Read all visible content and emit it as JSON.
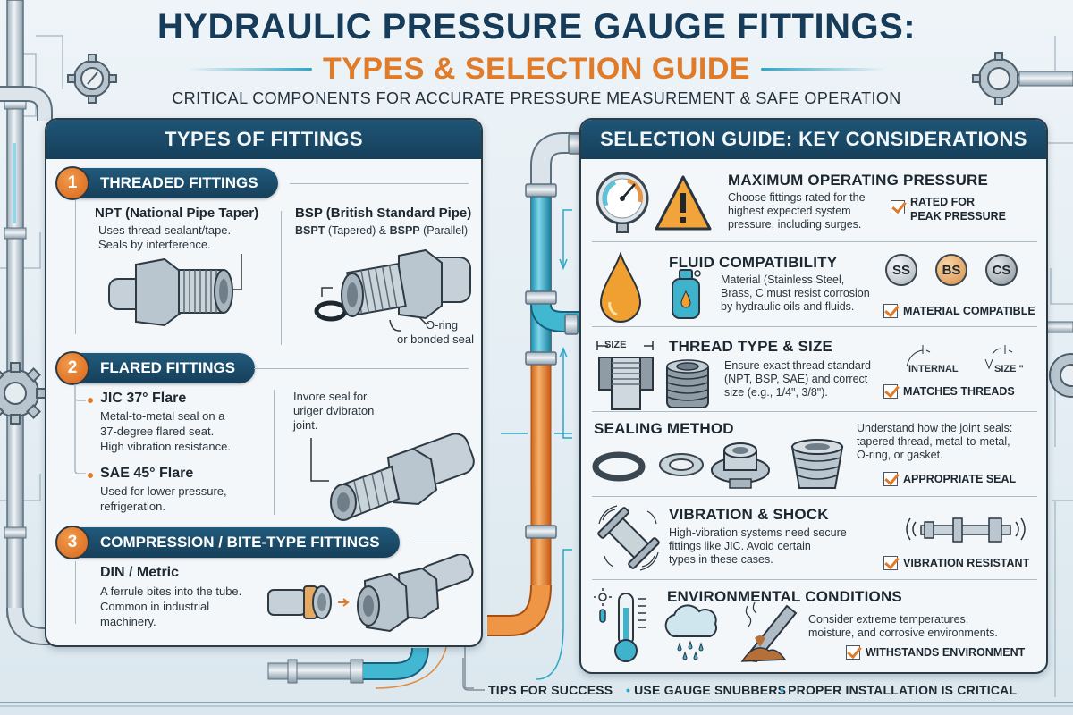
{
  "header": {
    "title_line1": "HYDRAULIC PRESSURE GAUGE FITTINGS:",
    "title_line2": "TYPES & SELECTION GUIDE",
    "subtitle": "CRITICAL COMPONENTS FOR ACCURATE PRESSURE MEASUREMENT & SAFE OPERATION"
  },
  "colors": {
    "navy": "#173c5a",
    "panel_header": "#1a4a6a",
    "accent_orange": "#e07b2a",
    "accent_teal": "#2aa7c7",
    "panel_bg": "#f3f7fa"
  },
  "types_panel": {
    "title": "TYPES OF FITTINGS",
    "sections": [
      {
        "number": "1",
        "title": "THREADED FITTINGS",
        "items": [
          {
            "name": "NPT (National Pipe Taper)",
            "desc_lines": [
              "Uses thread sealant/tape.",
              "Seals by interference."
            ],
            "icon": "npt-fitting-icon"
          },
          {
            "name": "BSP (British Standard Pipe)",
            "sub_bold1": "BSPT",
            "sub_text1": " (Tapered) & ",
            "sub_bold2": "BSPP",
            "sub_text2": " (Parallel)",
            "callout_lines": [
              "O-ring",
              "or bonded seal"
            ],
            "icon": "bsp-fitting-icon"
          }
        ]
      },
      {
        "number": "2",
        "title": "FLARED FITTINGS",
        "items": [
          {
            "name": "JIC 37° Flare",
            "desc_lines": [
              "Metal-to-metal seal on a",
              "37-degree flared seat.",
              "High vibration resistance."
            ]
          },
          {
            "name": "SAE 45° Flare",
            "desc_lines": [
              "Used for lower pressure,",
              "refrigeration."
            ]
          }
        ],
        "callout_lines": [
          "Invore seal for",
          "uriger dvibraton",
          "joint."
        ],
        "icon": "flare-fitting-icon"
      },
      {
        "number": "3",
        "title": "COMPRESSION / BITE-TYPE FITTINGS",
        "items": [
          {
            "name": "DIN / Metric",
            "desc_lines": [
              "A ferrule bites into the tube.",
              "Common in industrial",
              "machinery."
            ]
          }
        ],
        "icon": "compression-fitting-icon"
      }
    ]
  },
  "selection_panel": {
    "title": "SELECTION GUIDE: KEY CONSIDERATIONS",
    "rows": [
      {
        "title": "MAXIMUM OPERATING PRESSURE",
        "desc_lines": [
          "Choose fittings rated for the",
          "highest expected system",
          "pressure, including surges."
        ],
        "check_lines": [
          "RATED FOR",
          "PEAK PRESSURE"
        ],
        "icons": [
          "pressure-gauge-icon",
          "warning-icon"
        ]
      },
      {
        "title": "FLUID COMPATIBILITY",
        "desc_lines": [
          "Material (Stainless Steel,",
          "Brass, C must resist corrosion",
          "by hydraulic oils and fluids."
        ],
        "materials": [
          "SS",
          "BS",
          "CS"
        ],
        "check_lines": [
          "MATERIAL COMPATIBLE"
        ],
        "icons": [
          "oil-drop-icon",
          "fluid-canister-icon"
        ]
      },
      {
        "title": "THREAD TYPE & SIZE",
        "size_label": "SIZE",
        "desc_lines": [
          "Ensure exact thread standard",
          "(NPT, BSP, SAE) and correct",
          "size (e.g., 1/4\", 3/8\")."
        ],
        "annot_internal": "INTERNAL",
        "annot_size": "SIZE \"",
        "check_lines": [
          "MATCHES THREADS"
        ],
        "icons": [
          "thread-section-icon",
          "thread-coil-icon"
        ]
      },
      {
        "title": "SEALING METHOD",
        "desc_lines": [
          "Understand how the joint seals:",
          "tapered thread, metal-to-metal,",
          "O-ring, or gasket."
        ],
        "check_lines": [
          "APPROPRIATE SEAL"
        ],
        "icons": [
          "o-ring-icon",
          "washer-icon",
          "bonded-seal-icon",
          "tapered-thread-icon"
        ]
      },
      {
        "title": "VIBRATION & SHOCK",
        "desc_lines": [
          "High-vibration systems need secure",
          "fittings like JIC. Avoid certain",
          "types in these cases."
        ],
        "check_lines": [
          "VIBRATION RESISTANT"
        ],
        "icons": [
          "vibrating-fitting-icon",
          "vibrating-shaft-icon"
        ]
      },
      {
        "title": "ENVIRONMENTAL CONDITIONS",
        "desc_lines": [
          "Consider extreme temperatures,",
          "moisture, and corrosive environments."
        ],
        "check_lines": [
          "WITHSTANDS ENVIRONMENT"
        ],
        "icons": [
          "thermometer-icon",
          "rain-cloud-icon",
          "corrosion-icon"
        ]
      }
    ]
  },
  "footer": {
    "tips_label": "TIPS FOR SUCCESS",
    "tips": [
      "USE GAUGE SNUBBERS",
      "PROPER INSTALLATION IS CRITICAL"
    ]
  }
}
